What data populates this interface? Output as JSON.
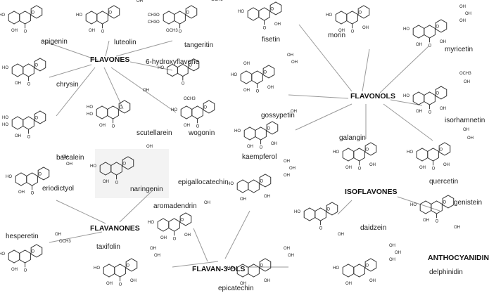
{
  "classes": {
    "flavones": "FLAVONES",
    "flavonols": "FLAVONOLS",
    "flavanones": "FLAVANONES",
    "isoflavones": "ISOFLAVONES",
    "flavan3ols": "FLAVAN-3-OLS",
    "anthocyanidins": "ANTHOCYANIDINS"
  },
  "compounds": {
    "apigenin": "apigenin",
    "luteolin": "luteolin",
    "tangeritin": "tangeritin",
    "fisetin": "fisetin",
    "morin": "morin",
    "myricetin": "myricetin",
    "hydroxyflavone": "6-hydroxyflavone",
    "chrysin": "chrysin",
    "gossypetin": "gossypetin",
    "isorhamnetin": "isorhamnetin",
    "baicalein": "baicalein",
    "scutellarein": "scutellarein",
    "wogonin": "wogonin",
    "kaempferol": "kaempferol",
    "galangin": "galangin",
    "quercetin": "quercetin",
    "eriodictyol": "eriodictyol",
    "naringenin": "naringenin",
    "epigallocatechin": "epigallocatechin",
    "aromadendrin": "aromadendrin",
    "genistein": "genistein",
    "daidzein": "daidzein",
    "hesperetin": "hesperetin",
    "taxifolin": "taxifolin",
    "epicatechin": "epicatechin",
    "delphinidin": "delphinidin"
  }
}
